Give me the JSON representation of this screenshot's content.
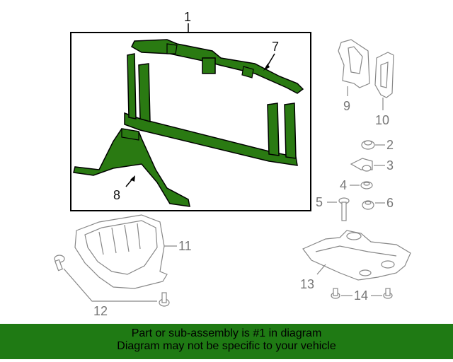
{
  "callouts": {
    "c1": "1",
    "c2": "2",
    "c3": "3",
    "c4": "4",
    "c5": "5",
    "c6": "6",
    "c7": "7",
    "c8": "8",
    "c9": "9",
    "c10": "10",
    "c11": "11",
    "c12": "12",
    "c13": "13",
    "c14": "14"
  },
  "footer": {
    "line1": "Part or sub-assembly is #1 in diagram",
    "line2": "Diagram may not be specific to your vehicle"
  },
  "colors": {
    "highlight_part": "#2a7a12",
    "footer_background": "#1f7a14",
    "other_parts_line": "#888888"
  }
}
